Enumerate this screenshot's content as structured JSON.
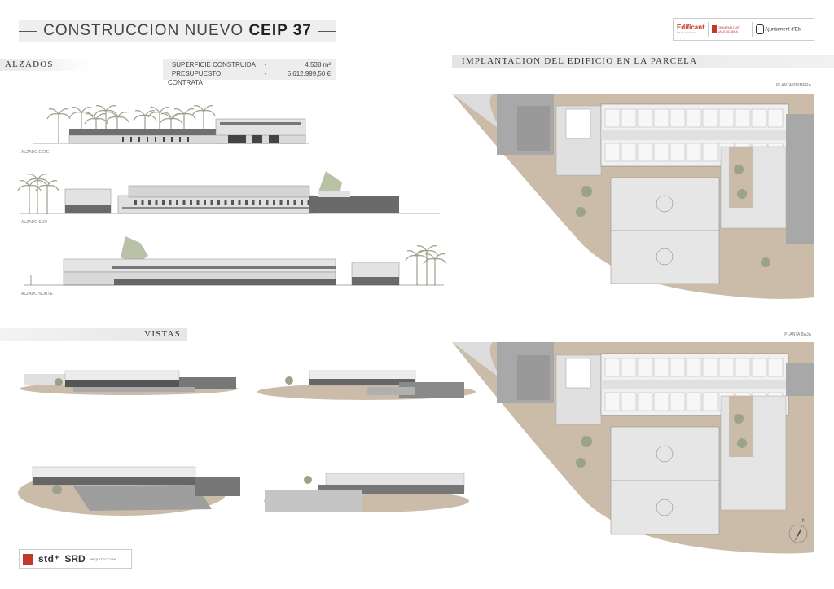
{
  "header": {
    "title_prefix": "CONSTRUCCION NUEVO",
    "title_strong": "CEIP 37"
  },
  "sections": {
    "alzados": "ALZADOS",
    "vistas": "VISTAS",
    "implantacion": "IMPLANTACION DEL EDIFICIO EN LA PARCELA"
  },
  "info": {
    "rows": [
      {
        "label": "· SUPERFICIE CONSTRUIDA",
        "sep": "-",
        "value": "4.538 m²"
      },
      {
        "label": "· PRESUPUESTO CONTRATA",
        "sep": "-",
        "value": "5.612.999,50 €"
      }
    ]
  },
  "elevations": {
    "este": "ALZADO ESTE",
    "sur": "ALZADO SUR",
    "norte": "ALZADO NORTE"
  },
  "plans": {
    "primera": "PLANTA PRIMERA",
    "baja": "PLANTA BAJA",
    "north": "N"
  },
  "logos": {
    "edificant": "Edificant",
    "edificant_sub": "Pla de cooperació",
    "generalitat": "GENERALITAT VALENCIANA",
    "ajuntament": "Ajuntament d'Elx",
    "std": "std⁺",
    "srd": "SRD",
    "arq": "ARQUITECTURA"
  },
  "colors": {
    "beige": "#cbbcaa",
    "grey_light": "#dcdcdc",
    "grey_mid": "#aaaaaa",
    "grey_dark": "#555555",
    "court": "#e6e6e6",
    "tree": "#9aa38a"
  }
}
